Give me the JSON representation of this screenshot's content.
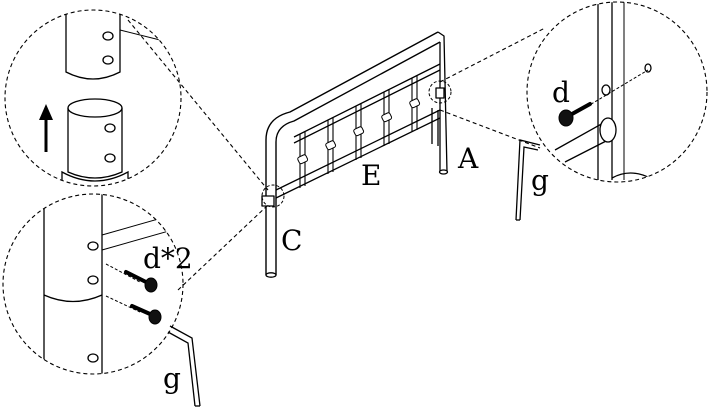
{
  "labels": {
    "part_a": "A",
    "part_c": "C",
    "part_e": "E",
    "screw_single": "d",
    "screw_double": "d*2",
    "wrench_left": "g",
    "wrench_right": "g"
  },
  "colors": {
    "ink": "#000000",
    "paper": "#ffffff",
    "screw_head": "#111111"
  },
  "icons": {
    "direction_arrow": "arrow-up-icon",
    "hex_key": "allen-key-icon",
    "screw": "screw-icon"
  }
}
